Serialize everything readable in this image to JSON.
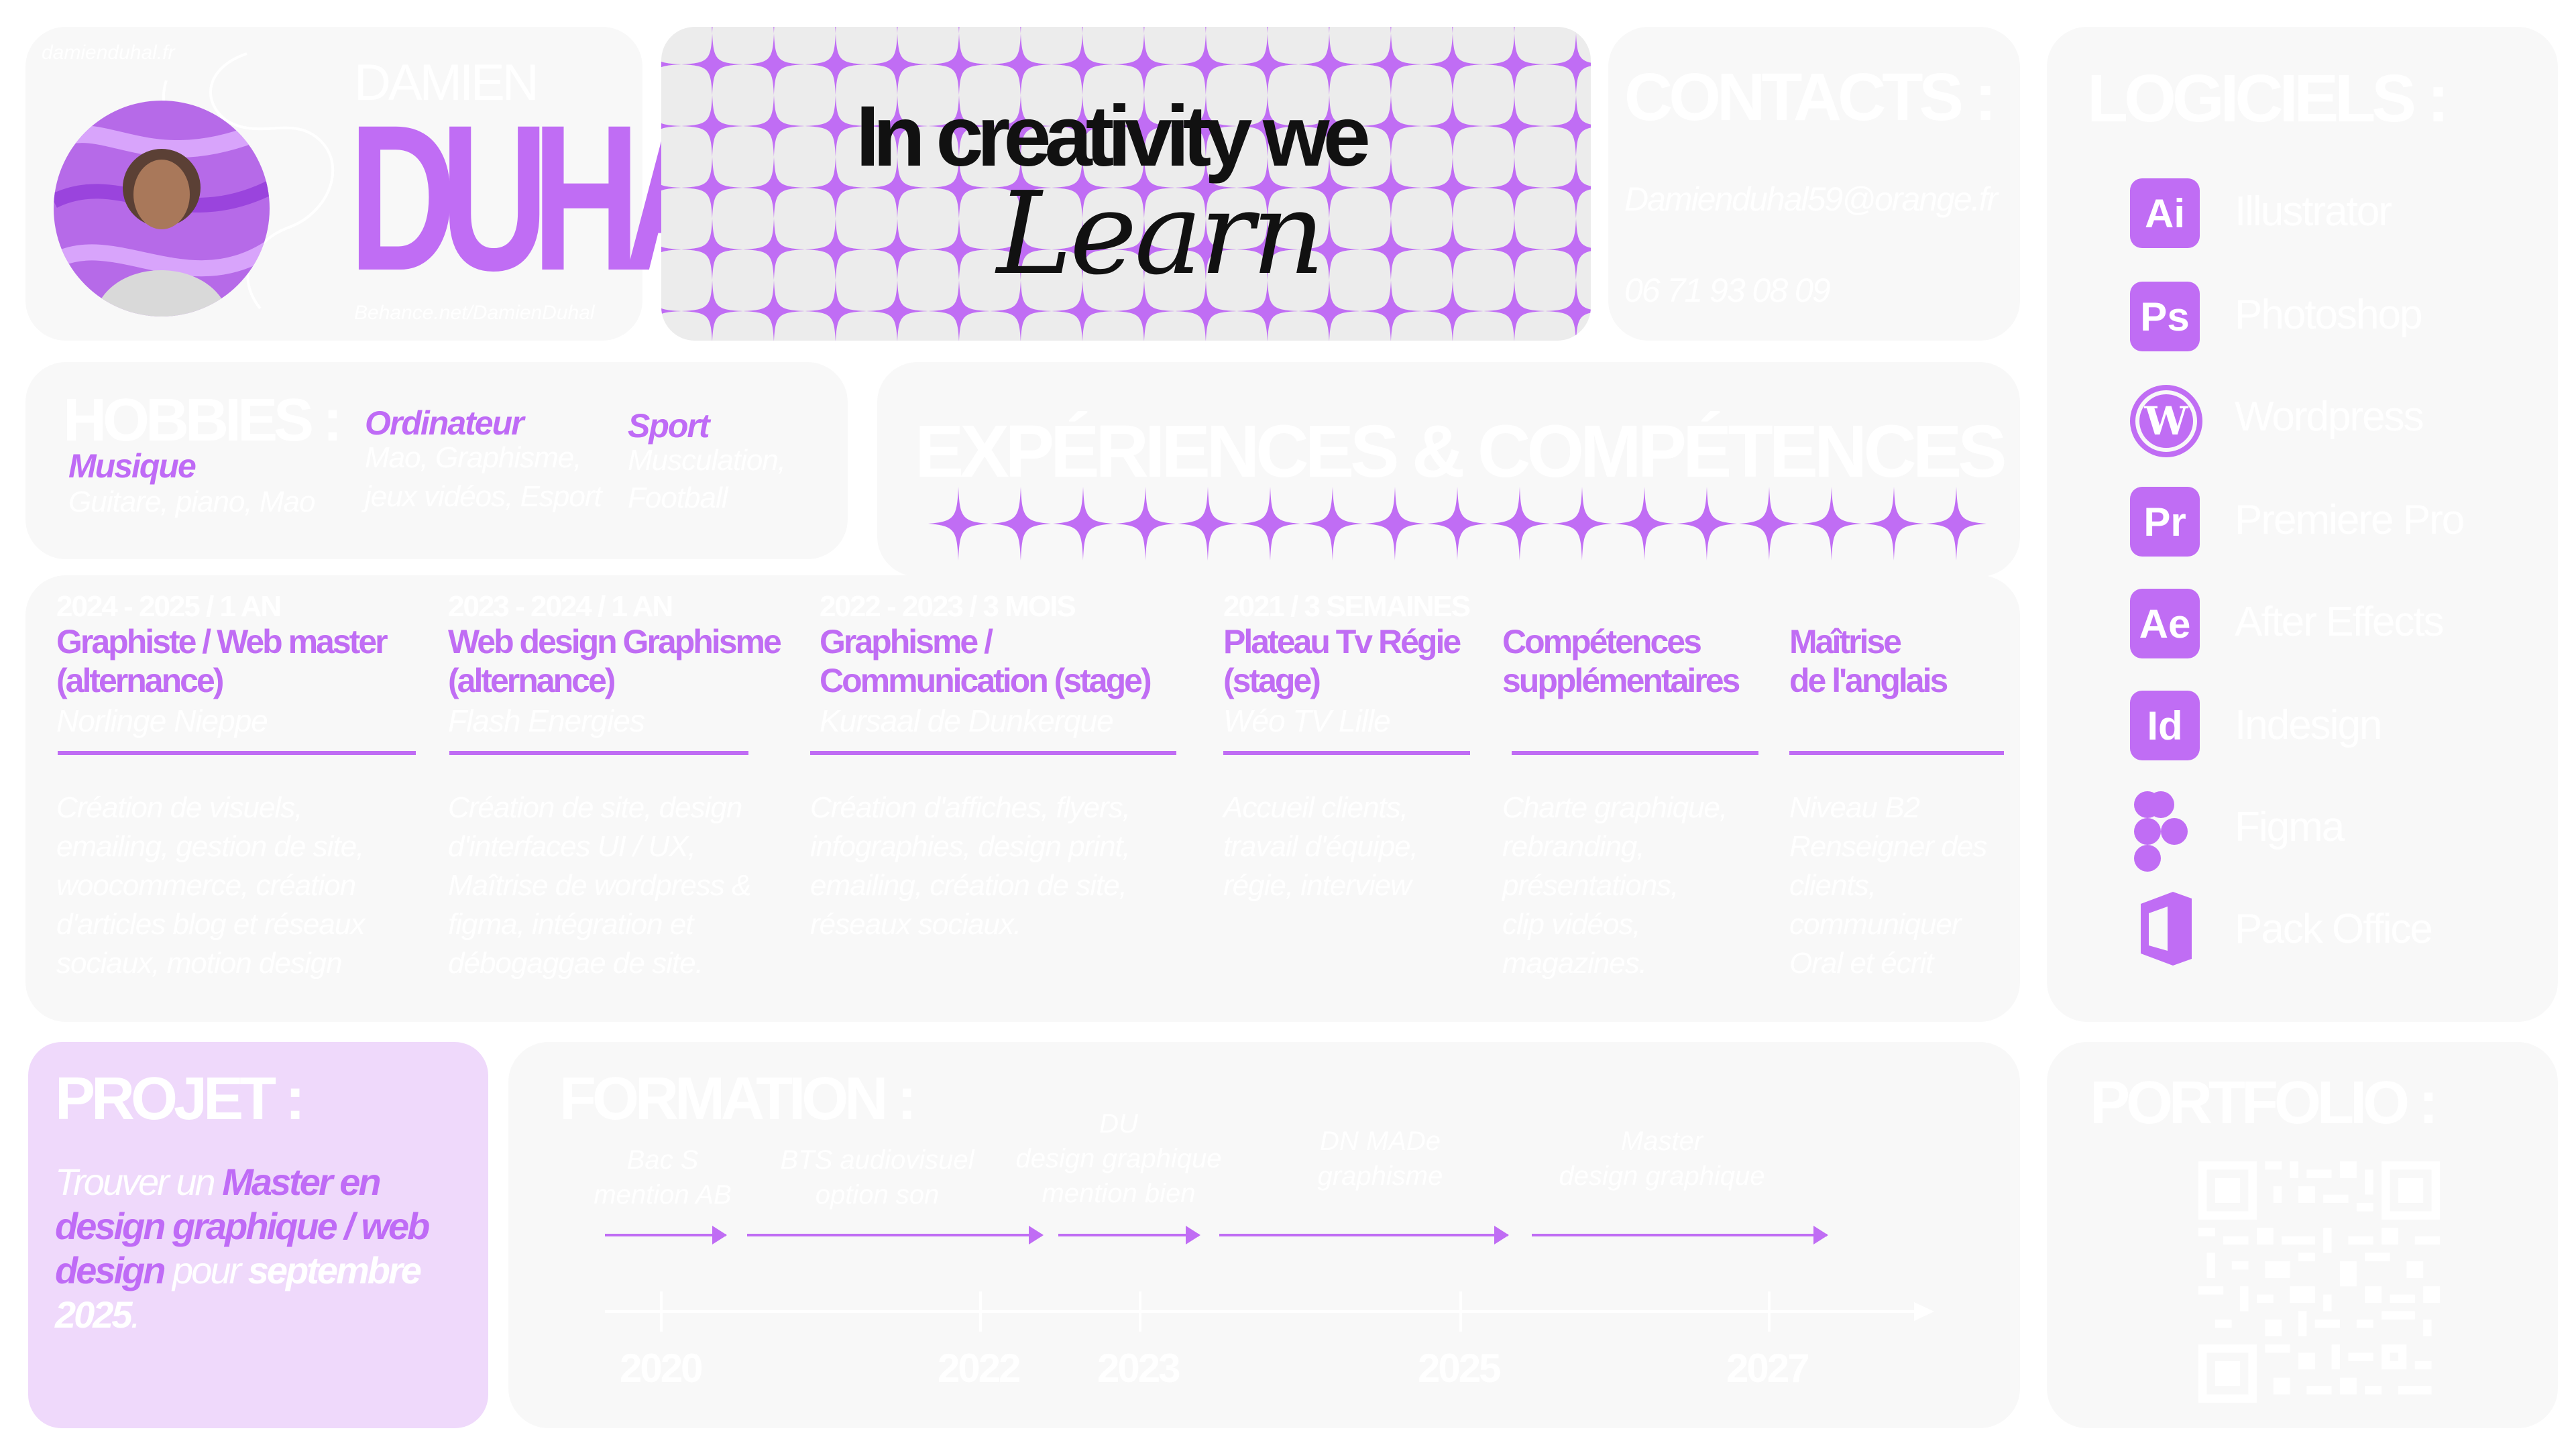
{
  "header": {
    "email_small": "damienduhal.fr",
    "first_name": "DAMIEN",
    "last_name": "DUHAL",
    "behance": "Behance.net/DamienDuhal",
    "tagline_line1": "In creativity we",
    "tagline_line2": "Learn"
  },
  "contacts": {
    "title": "CONTACTS :",
    "email": "Damienduhal59@orange.fr",
    "phone": "06 71 93 08 09"
  },
  "logiciels": {
    "title": "LOGICIELS :",
    "items": [
      {
        "abbr": "Ai",
        "label": "Illustrator",
        "icon": "illustrator-icon"
      },
      {
        "abbr": "Ps",
        "label": "Photoshop",
        "icon": "photoshop-icon"
      },
      {
        "abbr": "W",
        "label": "Wordpress",
        "icon": "wordpress-icon"
      },
      {
        "abbr": "Pr",
        "label": "Premiere Pro",
        "icon": "premiere-pro-icon"
      },
      {
        "abbr": "Ae",
        "label": "After Effects",
        "icon": "after-effects-icon"
      },
      {
        "abbr": "Id",
        "label": "Indesign",
        "icon": "indesign-icon"
      },
      {
        "abbr": "F",
        "label": "Figma",
        "icon": "figma-icon"
      },
      {
        "abbr": "O",
        "label": "Pack Office",
        "icon": "office-icon"
      }
    ]
  },
  "hobbies": {
    "title": "HOBBIES :",
    "items": [
      {
        "name": "Musique",
        "detail": "Guitare, piano, Mao"
      },
      {
        "name": "Ordinateur",
        "detail_line1": "Mao, Graphisme,",
        "detail_line2": "jeux vidéos, Esport"
      },
      {
        "name": "Sport",
        "detail_line1": "Musculation,",
        "detail_line2": "Football"
      }
    ]
  },
  "experiences": {
    "title": "EXPÉRIENCES & COMPÉTENCES :",
    "items": [
      {
        "date": "2024 - 2025 / 1 AN",
        "title1": "Graphiste / Web master",
        "title2": "(alternance)",
        "company": "Norlinge Nieppe",
        "desc": [
          "Création de visuels,",
          "emailing, gestion de site,",
          "woocommerce, création",
          "d'articles blog et réseaux",
          "sociaux, motion design"
        ]
      },
      {
        "date": "2023 - 2024 / 1 AN",
        "title1": "Web design Graphisme",
        "title2": "(alternance)",
        "company": "Flash Energies",
        "desc": [
          "Création de site, design",
          "d'interfaces UI / UX,",
          "Maîtrise de wordpress &",
          "figma, intégration et",
          "débogaggae de site."
        ]
      },
      {
        "date": "2022 - 2023 / 3 MOIS",
        "title1": "Graphisme /",
        "title2": "Communication (stage)",
        "company": "Kursaal de Dunkerque",
        "desc": [
          "Création d'affiches, flyers,",
          "infographies, design print,",
          "emailing, création de site,",
          "réseaux sociaux."
        ]
      },
      {
        "date": "2021 / 3 SEMAINES",
        "title1": "Plateau Tv Régie",
        "title2": "(stage)",
        "company": "Wéo TV Lille",
        "desc": [
          "Accueil clients,",
          "travail d'équipe,",
          "régie, interview"
        ]
      },
      {
        "date": "",
        "title1": "Compétences",
        "title2": "supplémentaires",
        "company": "",
        "desc": [
          "Charte graphique,",
          "rebranding,",
          "présentations,",
          "clip vidéos,",
          "magazines."
        ]
      },
      {
        "date": "",
        "title1": "Maîtrise",
        "title2": "de l'anglais",
        "company": "",
        "desc": [
          "Niveau B2",
          "Renseigner des",
          "clients,",
          "communiquer",
          "Oral et écrit"
        ]
      }
    ]
  },
  "projet": {
    "title": "PROJET :",
    "p1": "Trouver un ",
    "b1": "Master en",
    "b2": "design graphique / web",
    "b3": "design",
    "p2": " pour ",
    "b4": "septembre",
    "b5": "2025",
    "p3": "."
  },
  "formation": {
    "title": "FORMATION :",
    "steps": [
      {
        "l1": "Bac S",
        "l2": "mention AB",
        "l3": ""
      },
      {
        "l1": "BTS audiovisuel",
        "l2": "option son",
        "l3": ""
      },
      {
        "l1": "DU",
        "l2": "design graphique",
        "l3": "mention bien"
      },
      {
        "l1": "DN MADe",
        "l2": "graphisme",
        "l3": ""
      },
      {
        "l1": "Master",
        "l2": "design graphique",
        "l3": ""
      }
    ],
    "years": [
      "2020",
      "2022",
      "2023",
      "2025",
      "2027"
    ]
  },
  "portfolio": {
    "title": "PORTFOLIO :"
  },
  "colors": {
    "accent": "#c06df4",
    "card": "#f8f8f8",
    "projet_card": "#efd9fb"
  }
}
